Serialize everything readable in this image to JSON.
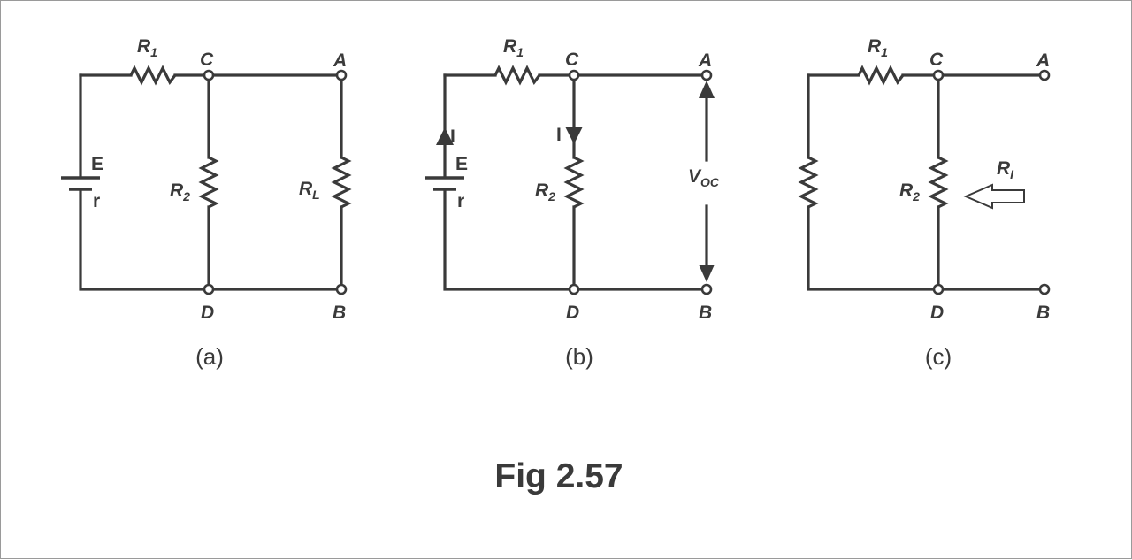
{
  "diagram_a": {
    "caption": "(a)",
    "labels": {
      "r1": "R",
      "r1_sub": "1",
      "r2": "R",
      "r2_sub": "2",
      "rl": "R",
      "rl_sub": "L",
      "e": "E",
      "r": "r",
      "c": "C",
      "a": "A",
      "d": "D",
      "b": "B"
    }
  },
  "diagram_b": {
    "caption": "(b)",
    "labels": {
      "r1": "R",
      "r1_sub": "1",
      "r2": "R",
      "r2_sub": "2",
      "e": "E",
      "r": "r",
      "i_left": "I",
      "i_mid": "I",
      "voc": "V",
      "voc_sub": "OC",
      "c": "C",
      "a": "A",
      "d": "D",
      "b": "B"
    }
  },
  "diagram_c": {
    "caption": "(c)",
    "labels": {
      "r1": "R",
      "r1_sub": "1",
      "r2": "R",
      "r2_sub": "2",
      "ri": "R",
      "ri_sub": "I",
      "c": "C",
      "a": "A",
      "d": "D",
      "b": "B"
    }
  },
  "figure_title": "Fig 2.57",
  "colors": {
    "ink": "#3a3a3a",
    "background": "#ffffff",
    "border": "#9a9a9a"
  }
}
